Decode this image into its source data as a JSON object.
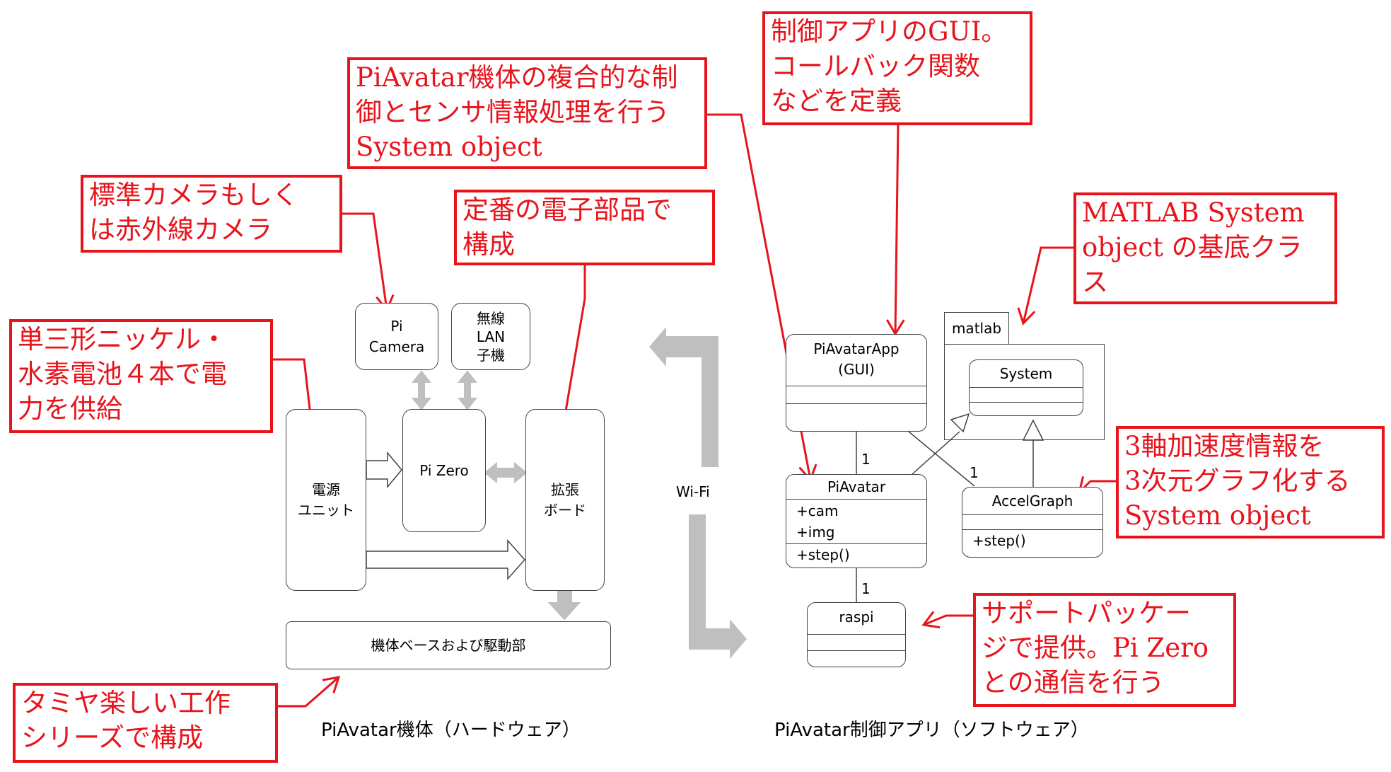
{
  "hardware": {
    "pi_camera": "Pi\nCamera",
    "wireless_lan": "無線\nLAN\n子機",
    "pi_zero": "Pi Zero",
    "power_unit": "電源\nユニット",
    "expansion_board": "拡張\nボード",
    "base_drive": "機体ベースおよび駆動部",
    "caption": "PiAvatar機体（ハードウェア）"
  },
  "link": {
    "wifi_label": "Wi-Fi"
  },
  "software": {
    "piavatar_app": {
      "name": "PiAvatarApp\n(GUI)"
    },
    "piavatar": {
      "name": "PiAvatar",
      "attrs": [
        "+cam",
        "+img"
      ],
      "methods": [
        "+step()"
      ]
    },
    "accel_graph": {
      "name": "AccelGraph",
      "methods": [
        "+step()"
      ]
    },
    "raspi": {
      "name": "raspi"
    },
    "package": {
      "tab": "matlab",
      "system": "System"
    },
    "multiplicities": {
      "app_piavatar": "1",
      "app_accel": "1",
      "piavatar_raspi": "1"
    },
    "caption": "PiAvatar制御アプリ（ソフトウェア）"
  },
  "callouts": {
    "system_object": "PiAvatar機体の複合的な制\n御とセンサ情報処理を行う\nSystem object",
    "gui": "制御アプリのGUI。\nコールバック関数\nなどを定義",
    "camera": "標準カメラもしく\nは赤外線カメラ",
    "parts": "定番の電子部品で\n構成",
    "matlab_base": "MATLAB System\nobject の基底クラ\nス",
    "battery": "単三形ニッケル・\n水素電池４本で電\n力を供給",
    "accel": "3軸加速度情報を\n3次元グラフ化する\nSystem object",
    "support": "サポートパッケー\nジで提供。Pi Zero\nとの通信を行う",
    "tamiya": "タミヤ楽しい工作\nシリーズで構成"
  },
  "colors": {
    "annotation": "#e8141c",
    "hw_arrow": "#bfbfbf",
    "line": "#444444"
  }
}
